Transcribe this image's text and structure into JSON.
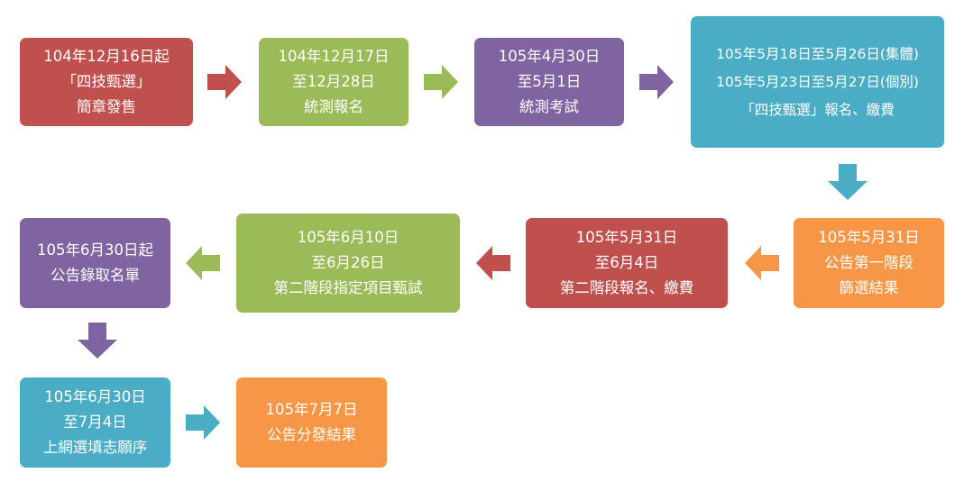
{
  "colors": {
    "red": "#c0504d",
    "green": "#9bbb59",
    "purple": "#8064a2",
    "teal": "#4bacc6",
    "orange": "#f79646"
  },
  "steps": [
    {
      "color": "red",
      "lines": [
        "104年12月16日起",
        "「四技甄選」",
        "簡章發售"
      ]
    },
    {
      "color": "green",
      "lines": [
        "104年12月17日",
        "至12月28日",
        "統測報名"
      ]
    },
    {
      "color": "purple",
      "lines": [
        "105年4月30日",
        "至5月1日",
        "統測考試"
      ]
    },
    {
      "color": "teal",
      "lines": [
        "105年5月18日至5月26日(集體)",
        "105年5月23日至5月27日(個別)",
        "「四技甄選」報名、繳費"
      ]
    },
    {
      "color": "orange",
      "lines": [
        "105年5月31日",
        "公告第一階段",
        "篩選結果"
      ]
    },
    {
      "color": "red",
      "lines": [
        "105年5月31日",
        "至6月4日",
        "第二階段報名、繳費"
      ]
    },
    {
      "color": "green",
      "lines": [
        "105年6月10日",
        "至6月26日",
        "第二階段指定項目甄試"
      ]
    },
    {
      "color": "purple",
      "lines": [
        "105年6月30日起",
        "公告錄取名單"
      ]
    },
    {
      "color": "teal",
      "lines": [
        "105年6月30日",
        "至7月4日",
        "上網選填志願序"
      ]
    },
    {
      "color": "orange",
      "lines": [
        "105年7月7日",
        "公告分發結果"
      ]
    }
  ]
}
